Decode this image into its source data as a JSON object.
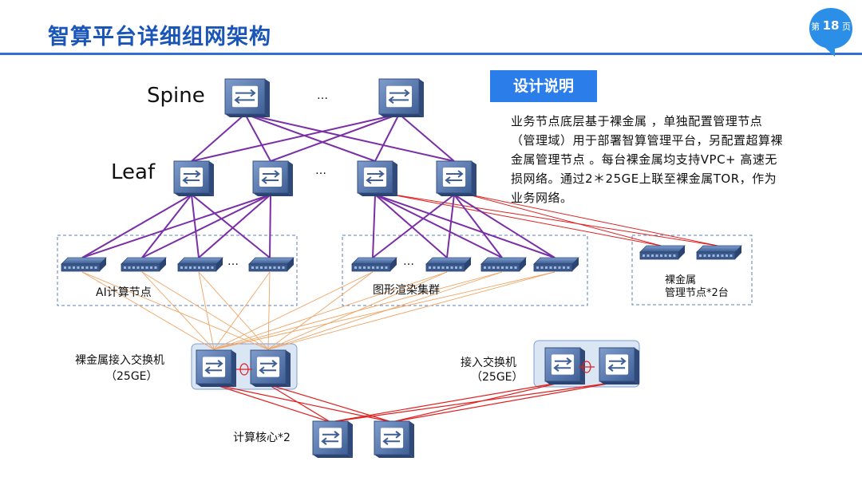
{
  "header": {
    "title": "智算平台详细组网架构",
    "page_prefix": "第",
    "page_number": "18",
    "page_suffix": "页"
  },
  "diagram": {
    "spine_label": "Spine",
    "leaf_label": "Leaf",
    "ellipsis": "…",
    "groups": {
      "ai_compute": "AI计算节点",
      "render_cluster": "图形渲染集群",
      "bare_metal_mgmt_line1": "裸金属",
      "bare_metal_mgmt_line2": "管理节点*2台"
    },
    "access_switches": {
      "bare_metal_line1": "裸金属接入交换机",
      "bare_metal_line2": "（25GE）",
      "access_line1": "接入交换机",
      "access_line2": "（25GE）"
    },
    "core_label": "计算核心*2"
  },
  "design_note": {
    "heading": "设计说明",
    "body": "业务节点底层基于裸金属 ，单独配置管理节点（管理域）用于部署智算管理平台，另配置超算裸金属管理节点 。每台裸金属均支持VPC+ 高速无损网络。通过2＊25GE上联至裸金属TOR，作为业务网络。"
  },
  "colors": {
    "title_blue": "#1a56b8",
    "accent_blue": "#2b7de9",
    "fabric_purple": "#7a2fa6",
    "access_orange": "#f0a463",
    "core_red": "#e02020",
    "switch_blue": "#4c6fa0"
  }
}
